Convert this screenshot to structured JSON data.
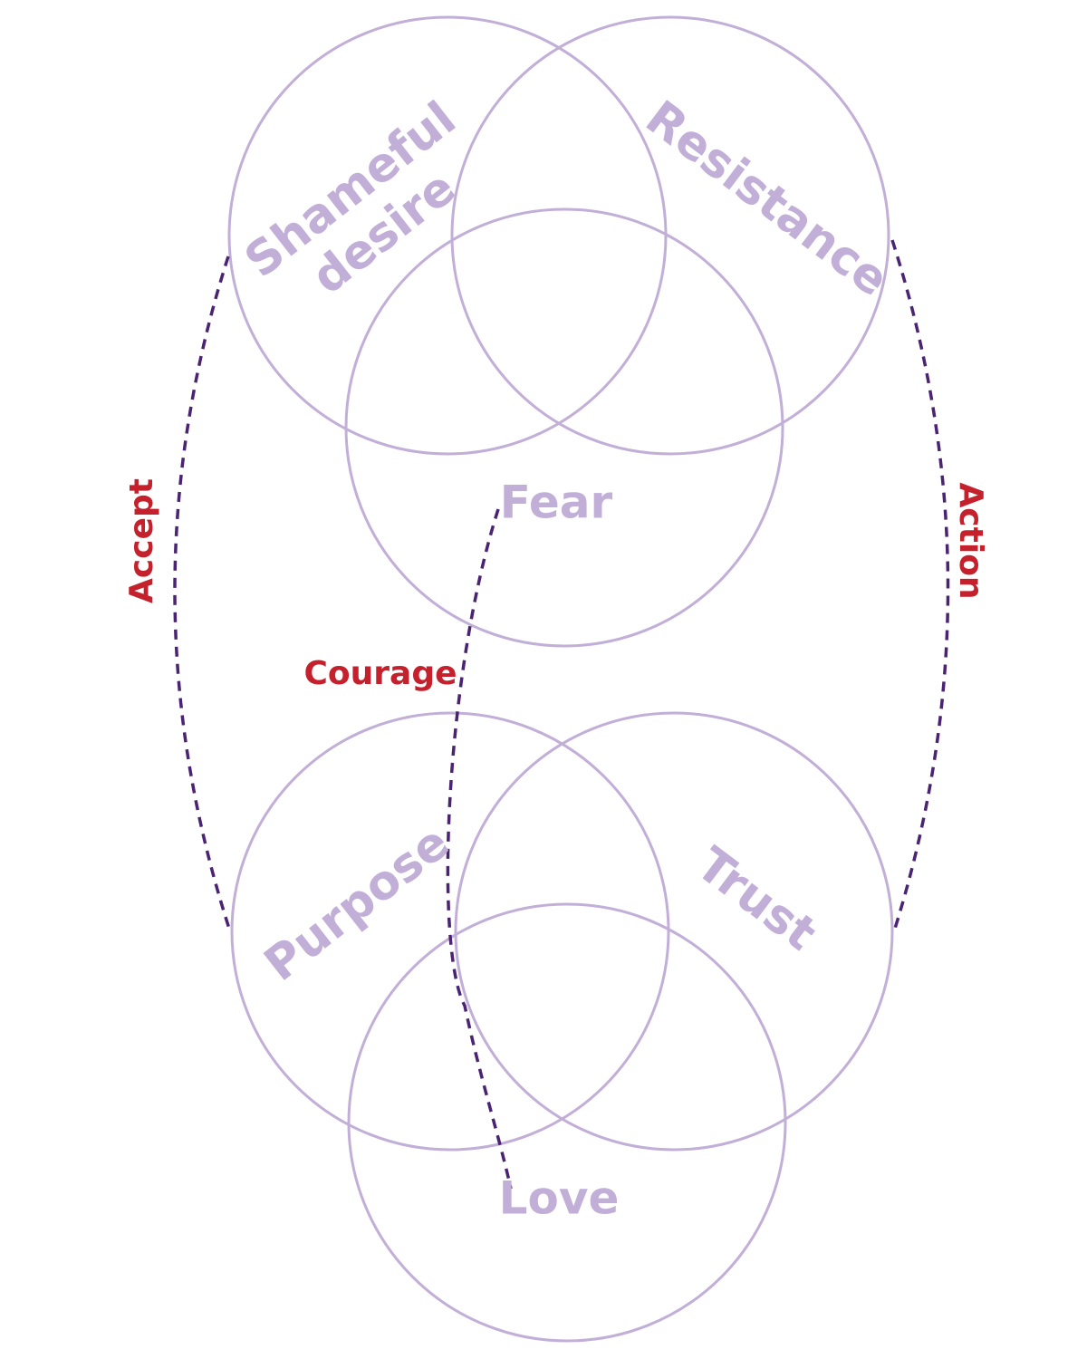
{
  "top_cluster": {
    "shameful_desire_line1": "Shameful",
    "shameful_desire_line2": "desire",
    "resistance": "Resistance",
    "fear": "Fear"
  },
  "bottom_cluster": {
    "purpose": "Purpose",
    "trust": "Trust",
    "love": "Love"
  },
  "connectors": {
    "accept": "Accept",
    "action": "Action",
    "courage": "Courage"
  },
  "colors": {
    "circle_stroke": "#c2afd8",
    "set_label": "#c2afd8",
    "connector_line": "#4a2472",
    "connector_label": "#c4212d",
    "background": "#ffffff"
  }
}
